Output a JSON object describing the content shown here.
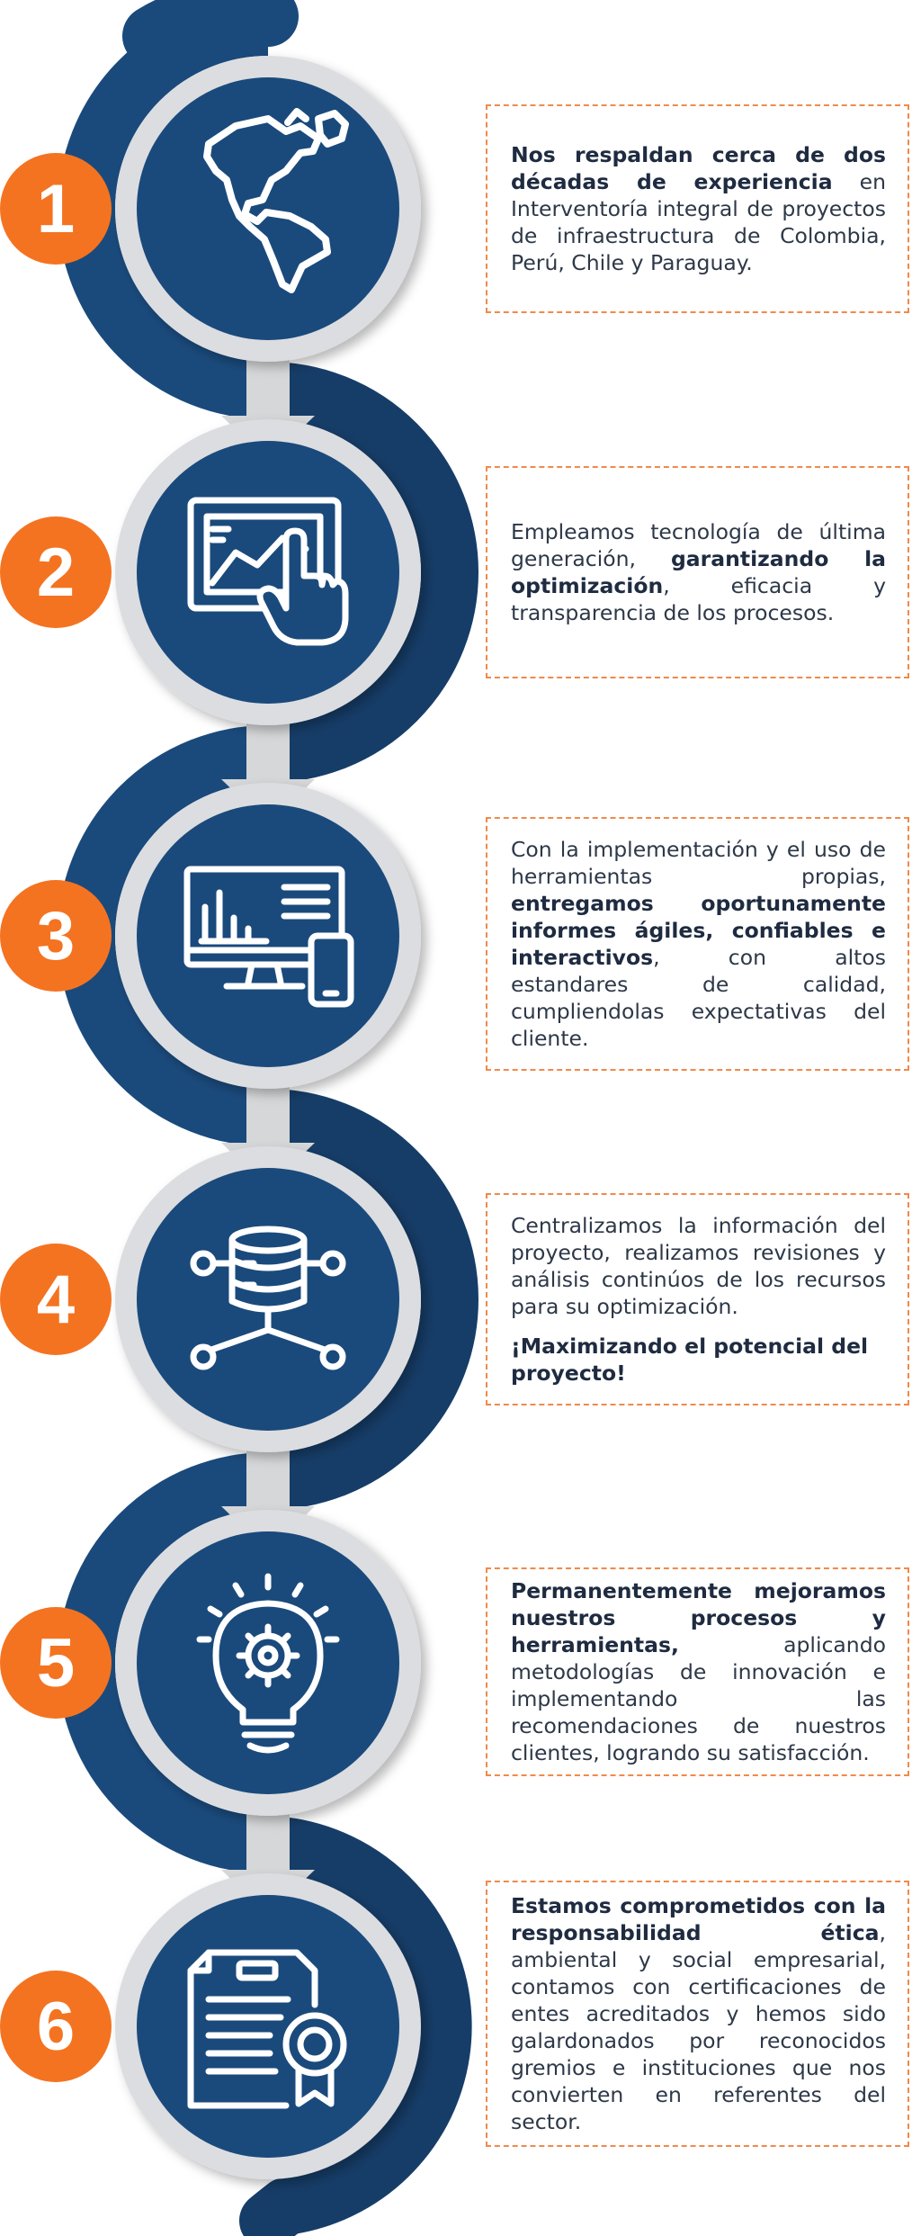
{
  "colors": {
    "navy": "#1a4a7c",
    "navy_dark": "#163d68",
    "orange": "#f47321",
    "ring": "#dcdde0",
    "dashed_border": "#f08a4b",
    "text": "#2d3848"
  },
  "steps": [
    {
      "number": "1",
      "icon": "americas-map-icon",
      "parts": [
        {
          "t": "Nos respaldan cerca de dos décadas de experiencia",
          "b": true
        },
        {
          "t": " en Interventoría integral de proyectos de infraestructura de Colombia, Perú, Chile y Paraguay.",
          "b": false
        }
      ]
    },
    {
      "number": "2",
      "icon": "touch-screen-chart-icon",
      "parts": [
        {
          "t": "Empleamos tecnología de última generación, ",
          "b": false
        },
        {
          "t": "garantizando la optimización",
          "b": true
        },
        {
          "t": ", eficacia y transparencia de los procesos.",
          "b": false
        }
      ]
    },
    {
      "number": "3",
      "icon": "monitor-mobile-report-icon",
      "parts": [
        {
          "t": "Con la implementación y el uso de herramientas propias, ",
          "b": false
        },
        {
          "t": "entregamos oportunamente informes ágiles, confiables e interactivos",
          "b": true
        },
        {
          "t": ", con altos estandares de calidad, cumpliendolas expectativas del cliente.",
          "b": false
        }
      ]
    },
    {
      "number": "4",
      "icon": "database-network-icon",
      "parts": [
        {
          "t": "Centralizamos la información del proyecto, realizamos revisiones y análisis continúos de los recursos para su optimización.",
          "b": false
        }
      ],
      "extra": "¡Maximizando el potencial del proyecto!"
    },
    {
      "number": "5",
      "icon": "lightbulb-gear-icon",
      "parts": [
        {
          "t": "Permanentemente mejoramos nuestros procesos y herramientas,",
          "b": true
        },
        {
          "t": " aplicando metodologías de innovación e implementando las recomendaciones de nuestros clientes, logrando su satisfacción.",
          "b": false
        }
      ]
    },
    {
      "number": "6",
      "icon": "certificate-badge-icon",
      "parts": [
        {
          "t": "Estamos comprometidos con la responsabilidad ética",
          "b": true
        },
        {
          "t": ", ambiental y social empresarial, contamos con certificaciones de entes acreditados y hemos sido galardonados por reconocidos gremios e instituciones que nos convierten en referentes del sector.",
          "b": false
        }
      ]
    }
  ]
}
